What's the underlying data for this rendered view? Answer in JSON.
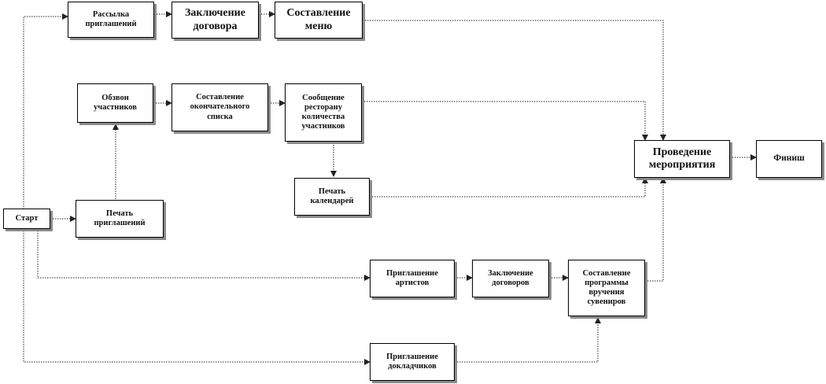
{
  "diagram": {
    "nodes": {
      "start": "Старт",
      "mailing": "Рассылка\nприглашений",
      "contract_conclusion": "Заключение\nдоговора",
      "menu": "Составление\nменю",
      "call_participants": "Обзвон\nучастников",
      "final_list": "Составление\nокончательного\nсписка",
      "restaurant_message": "Сообщение\nресторану\nколичества\nучастников",
      "print_invitations": "Печать\nприглашений",
      "print_calendars": "Печать\nкалендарей",
      "event": "Проведение\nмероприятия",
      "finish": "Финиш",
      "invite_artists": "Приглашение\nартистов",
      "contracts_conclusion": "Заключение\nдоговоров",
      "program": "Составление\nпрограммы\nвручения\nсувениров",
      "invite_speakers": "Приглашение\nдокладчиков"
    },
    "colors": {
      "line": "#222222",
      "box_border": "#000000",
      "box_shadow": "#8a8a8a"
    }
  }
}
